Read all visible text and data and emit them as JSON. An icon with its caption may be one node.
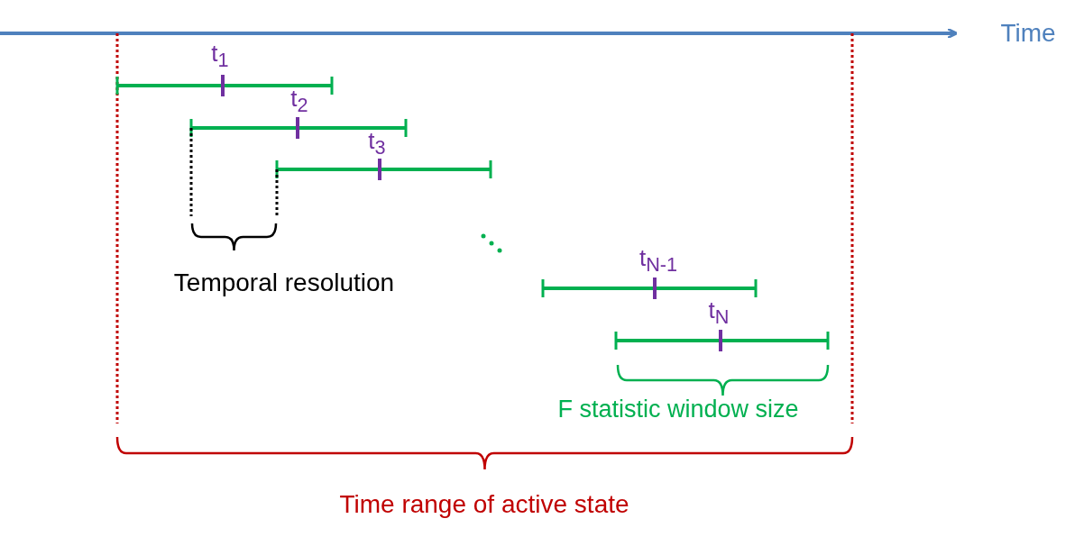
{
  "diagram": {
    "labels": [
      "Time",
      "t$_{1}$",
      "t$_{2}$",
      "t$_{3}$",
      "Temporal resolution",
      "t$_{N-1}$",
      "t$_{N}$",
      "F statistic window size",
      "Time range of active state"
    ]
  }
}
